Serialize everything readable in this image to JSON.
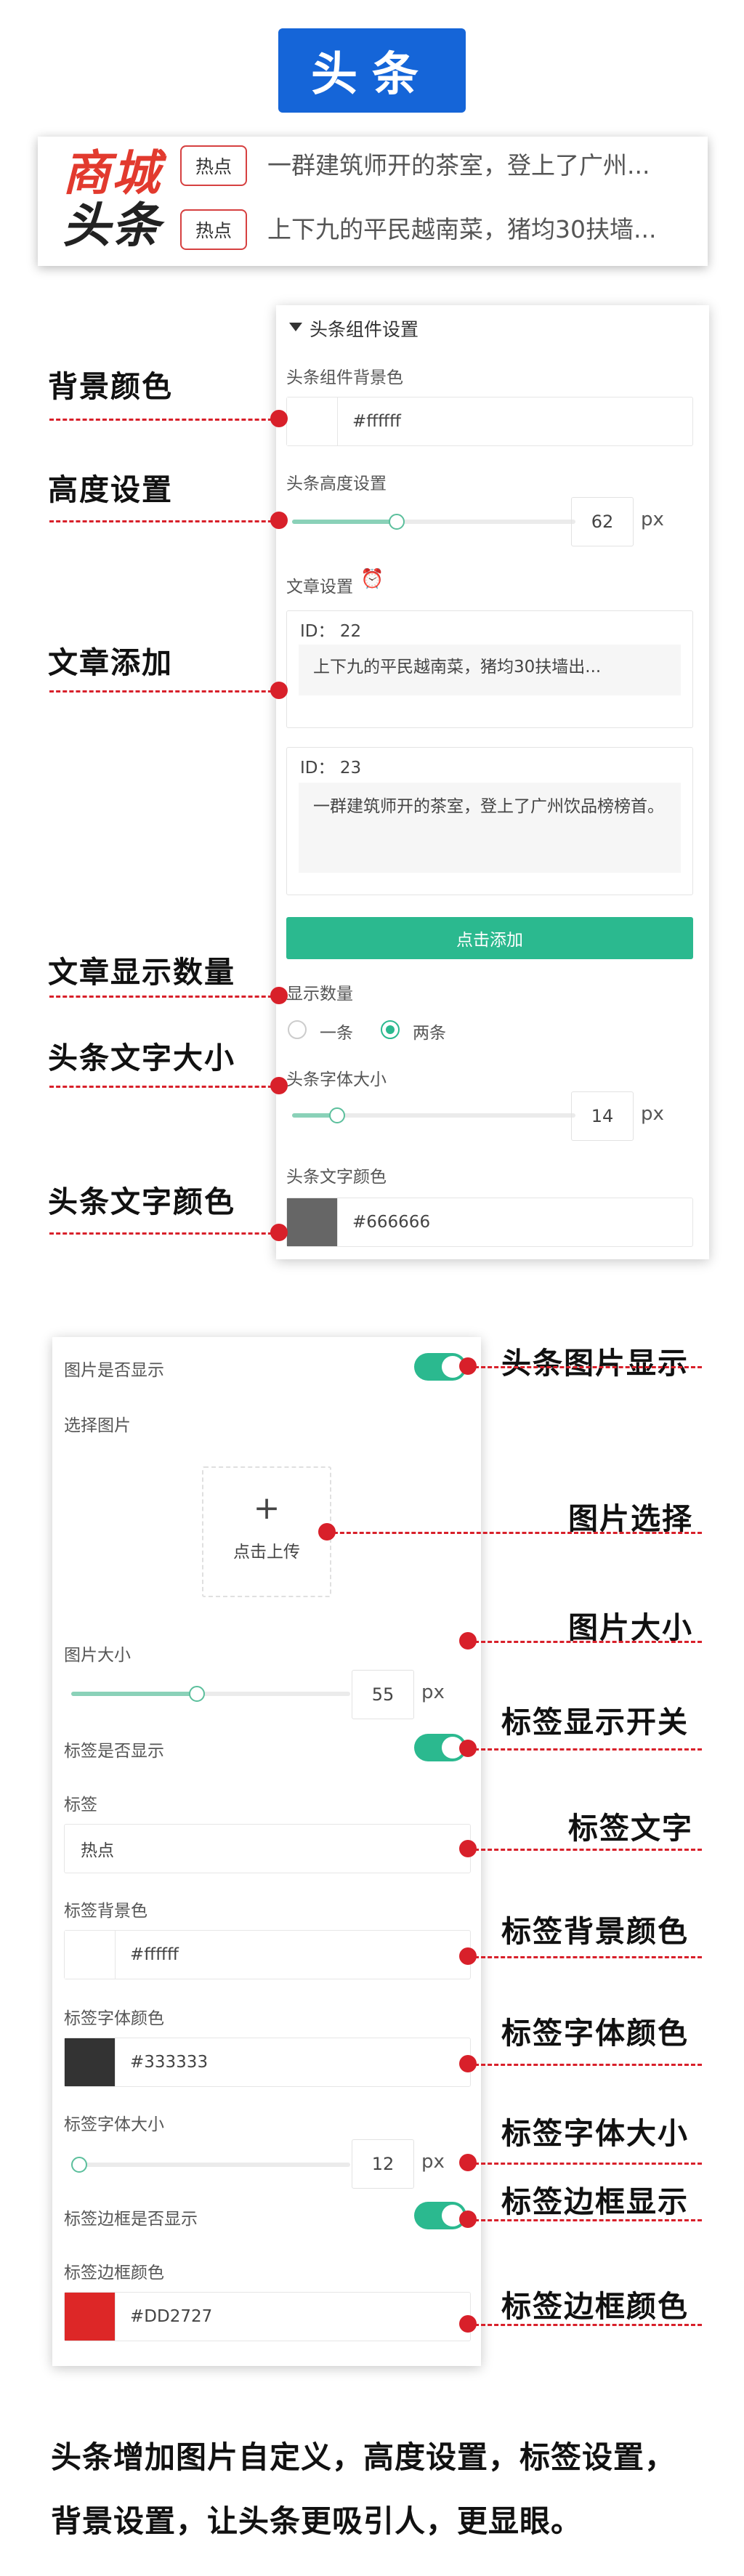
{
  "banner": {
    "title": "头条"
  },
  "demo": {
    "logo_line1": "商城",
    "logo_line2": "头条",
    "items": [
      {
        "tag": "热点",
        "text": "一群建筑师开的茶室，登上了广州..."
      },
      {
        "tag": "热点",
        "text": "上下九的平民越南菜，猪均30扶墙..."
      }
    ]
  },
  "panel1": {
    "section_title": "头条组件设置",
    "bg_color_label": "头条组件背景色",
    "bg_color_value": "#ffffff",
    "height_label": "头条高度设置",
    "height_value": "62",
    "height_unit": "px",
    "height_fraction": 0.37,
    "article_label": "文章设置",
    "articles": [
      {
        "id_label": "ID：",
        "id": "22",
        "title": "上下九的平民越南菜，猪均30扶墙出..."
      },
      {
        "id_label": "ID：",
        "id": "23",
        "title": "一群建筑师开的茶室，登上了广州饮品榜榜首。"
      }
    ],
    "add_button": "点击添加",
    "count_label": "显示数量",
    "count_options": [
      "一条",
      "两条"
    ],
    "count_selected": "两条",
    "font_size_label": "头条字体大小",
    "font_size_value": "14",
    "font_size_unit": "px",
    "font_size_fraction": 0.16,
    "text_color_label": "头条文字颜色",
    "text_color_value": "#666666"
  },
  "panel2": {
    "image_show_label": "图片是否显示",
    "image_select_label": "选择图片",
    "upload_plus": "+",
    "upload_text": "点击上传",
    "image_size_label": "图片大小",
    "image_size_value": "55",
    "image_size_unit": "px",
    "image_size_fraction": 0.45,
    "tag_show_label": "标签是否显示",
    "tag_label": "标签",
    "tag_value": "热点",
    "tag_bg_label": "标签背景色",
    "tag_bg_value": "#ffffff",
    "tag_font_color_label": "标签字体颜色",
    "tag_font_color_value": "#333333",
    "tag_font_size_label": "标签字体大小",
    "tag_font_size_value": "12",
    "tag_font_size_unit": "px",
    "tag_font_size_fraction": 0.0,
    "tag_border_show_label": "标签边框是否显示",
    "tag_border_color_label": "标签边框颜色",
    "tag_border_color_value": "#DD2727"
  },
  "annotations_left": [
    "背景颜色",
    "高度设置",
    "文章添加",
    "文章显示数量",
    "头条文字大小",
    "头条文字颜色"
  ],
  "annotations_right": [
    "头条图片显示",
    "图片选择",
    "图片大小",
    "标签显示开关",
    "标签文字",
    "标签背景颜色",
    "标签字体颜色",
    "标签字体大小",
    "标签边框显示",
    "标签边框颜色"
  ],
  "footer": {
    "line1": "头条增加图片自定义，高度设置，标签设置，",
    "line2": "背景设置，让头条更吸引人，更显眼。"
  },
  "colors": {
    "accent": "#2bb98f",
    "banner": "#1565d8",
    "annotation": "#d8202a",
    "swatch_text": "#666666",
    "swatch_tag_font": "#333333",
    "swatch_border": "#DD2727"
  }
}
